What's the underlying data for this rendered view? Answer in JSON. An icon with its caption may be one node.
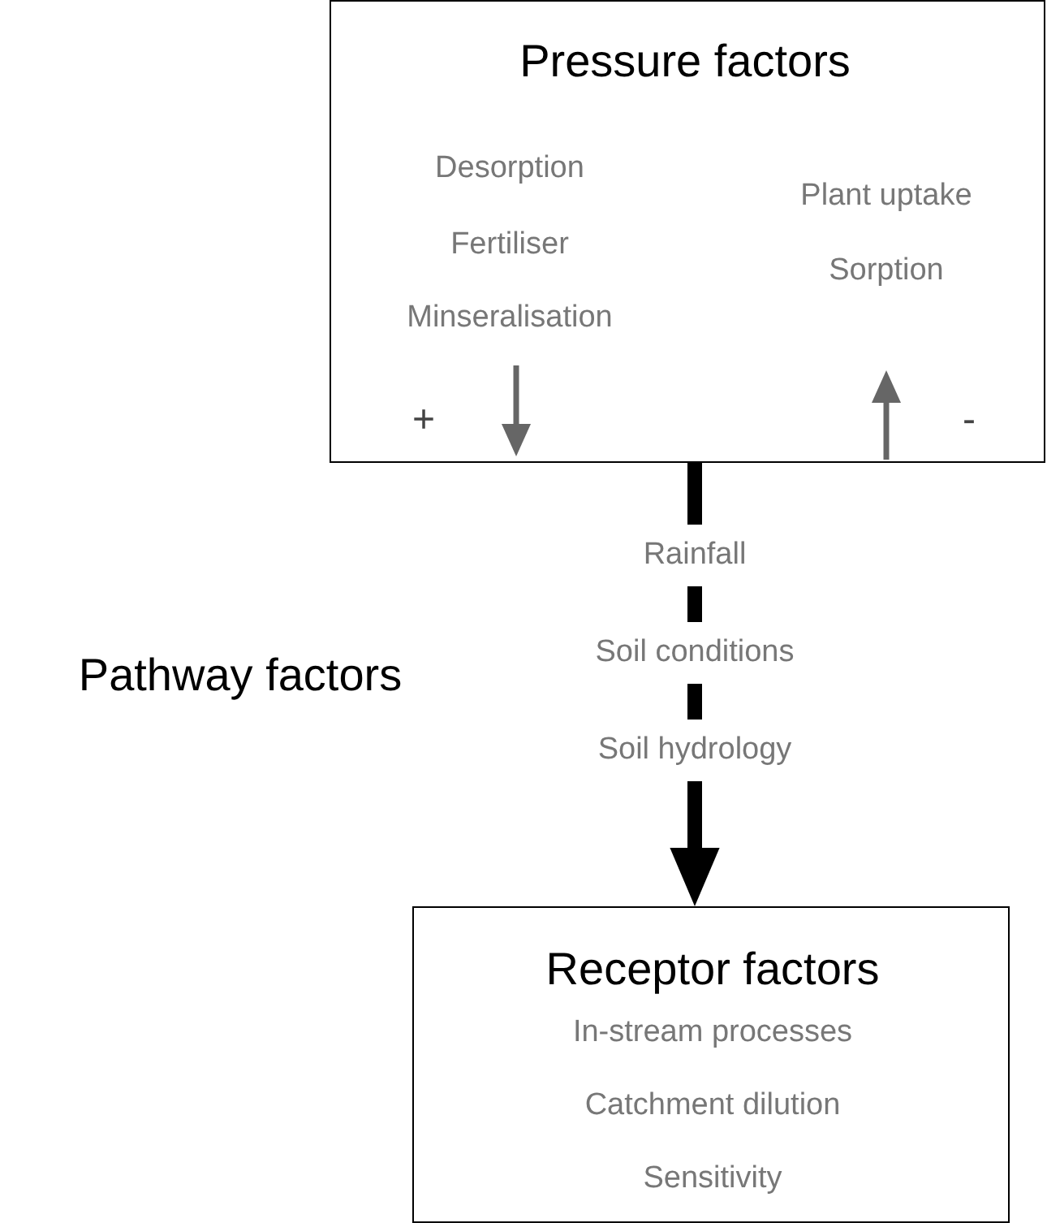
{
  "diagram": {
    "nodes": [
      {
        "text": [
          "Pressure factors",
          "Desorption",
          "Fertiliser",
          "Minseralisation",
          "Plant uptake",
          "Sorption",
          "+",
          "-"
        ]
      },
      {
        "text": [
          "Receptor factors",
          "In-stream processes",
          "Catchment dilution",
          "Sensitivity"
        ]
      }
    ],
    "edges": [
      {
        "from": 0,
        "to": 1,
        "arrow": "to"
      }
    ],
    "labels": [
      "Rainfall",
      "Pathway factors",
      "Soil conditions",
      "Soil hydrology"
    ]
  }
}
